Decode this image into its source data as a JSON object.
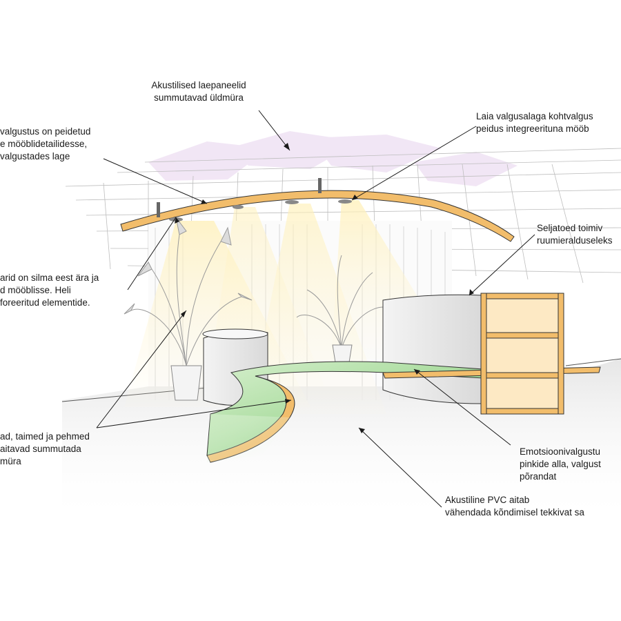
{
  "colors": {
    "wood": "#f2bd6b",
    "wood_dark": "#c98a2e",
    "floor_green": "#8fd07f",
    "light_cone": "#fff3c9",
    "ceiling_tint": "#e9d9ef",
    "line": "#1a1a1a",
    "wall": "#e6e6e6"
  },
  "labels": {
    "ceiling_panels": [
      "Akustilised laepaneelid",
      "summutavad üldmüra"
    ],
    "spot_light": [
      "Laia valgusalaga kohtvalgus",
      "peidus integreerituna mööb"
    ],
    "hidden_light": [
      "valgustus on peidetud",
      "e mööblidetailidesse,",
      "valgustades lage"
    ],
    "backrests": [
      "Seljatoed toimiv",
      "ruumieralduseleks"
    ],
    "speakers": [
      "arid on silma eest ära ja",
      "d mööblisse. Heli",
      "foreeritud elementide."
    ],
    "plants": [
      "ad, taimed ja pehmed",
      "aitavad summutada",
      "müra"
    ],
    "emotion_light": [
      "Emotsioonivalgustu",
      "pinkide alla, valgust",
      "põrandat"
    ],
    "pvc_floor": [
      "Akustiline PVC aitab",
      "vähendada kõndimisel tekkivat sa"
    ]
  }
}
